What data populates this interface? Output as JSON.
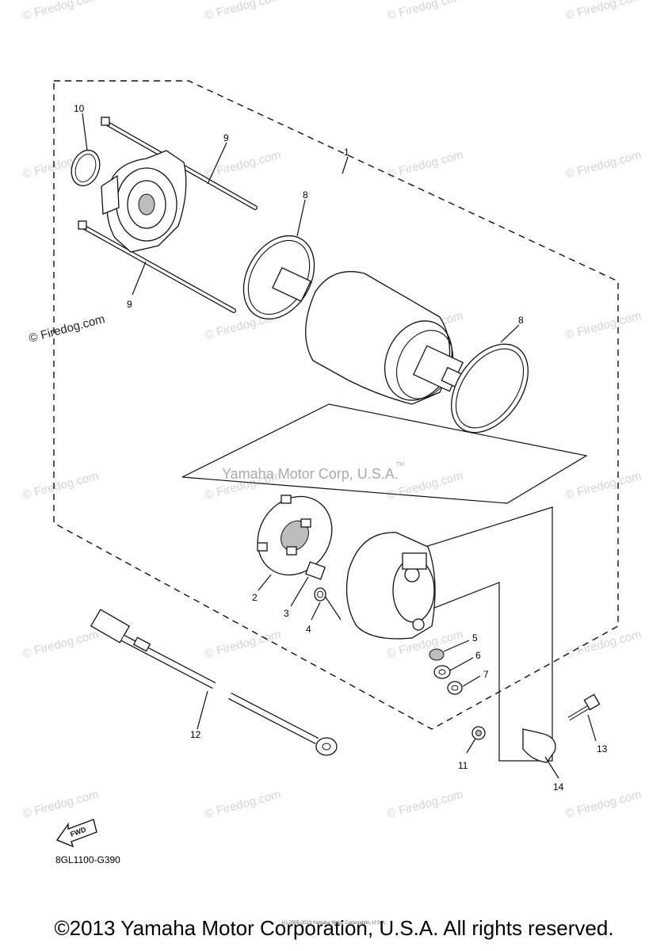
{
  "watermark": "© Firedog.com",
  "center_watermark": "Yamaha Motor Corp, U.S.A.",
  "trademark": "TM",
  "diagram_code": "8GL1100-G390",
  "fwd_label": "FWD",
  "copyright_main": "©2013 Yamaha Motor Corporation, U.S.A. All rights reserved.",
  "copyright_small": "(c) 2005-2013 Yamaha Motor Corporation, U.S.A.",
  "callouts": [
    "1",
    "2",
    "3",
    "4",
    "5",
    "6",
    "7",
    "8",
    "8",
    "9",
    "9",
    "10",
    "11",
    "12",
    "13",
    "14"
  ]
}
